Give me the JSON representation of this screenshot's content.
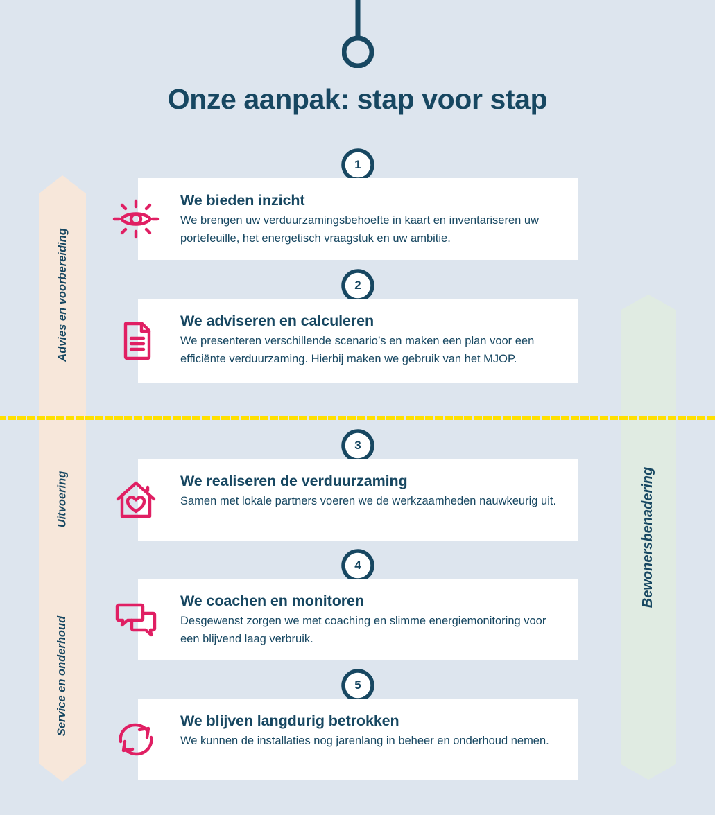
{
  "page": {
    "title": "Onze aanpak: stap voor stap",
    "background_color": "#dde5ee",
    "accent_color": "#174761",
    "icon_color": "#e01f63",
    "divider_color": "#ffe000"
  },
  "connector": {
    "icon": "line-with-circle-endpoint"
  },
  "phases": {
    "left_arrow_color": "#f7e7da",
    "items": [
      {
        "label": "Advies en voorbereiding"
      },
      {
        "label": "Uitvoering"
      },
      {
        "label": "Service en onderhoud"
      }
    ]
  },
  "resident_track": {
    "label": "Bewonersbenadering",
    "color": "#e0ebe2"
  },
  "steps": [
    {
      "number": "1",
      "icon": "eye-insight-icon",
      "title": "We bieden inzicht",
      "body": "We brengen uw verduurzamingsbehoefte in kaart en inventariseren uw portefeuille, het energetisch vraagstuk en uw ambitie."
    },
    {
      "number": "2",
      "icon": "document-icon",
      "title": "We adviseren en calculeren",
      "body": "We presenteren verschillende scenario’s en maken een plan voor een efficiënte verduurzaming. Hierbij maken we gebruik van het MJOP."
    },
    {
      "number": "3",
      "icon": "house-heart-icon",
      "title": "We realiseren de verduurzaming",
      "body": "Samen met lokale partners voeren we de werkzaamheden nauwkeurig uit."
    },
    {
      "number": "4",
      "icon": "chat-bubbles-icon",
      "title": "We coachen en monitoren",
      "body": "Desgewenst zorgen we met coaching en slimme energiemonitoring voor een blijvend laag verbruik."
    },
    {
      "number": "5",
      "icon": "refresh-cycle-icon",
      "title": "We blijven langdurig betrokken",
      "body": "We kunnen de installaties nog jarenlang in beheer en onderhoud nemen."
    }
  ]
}
